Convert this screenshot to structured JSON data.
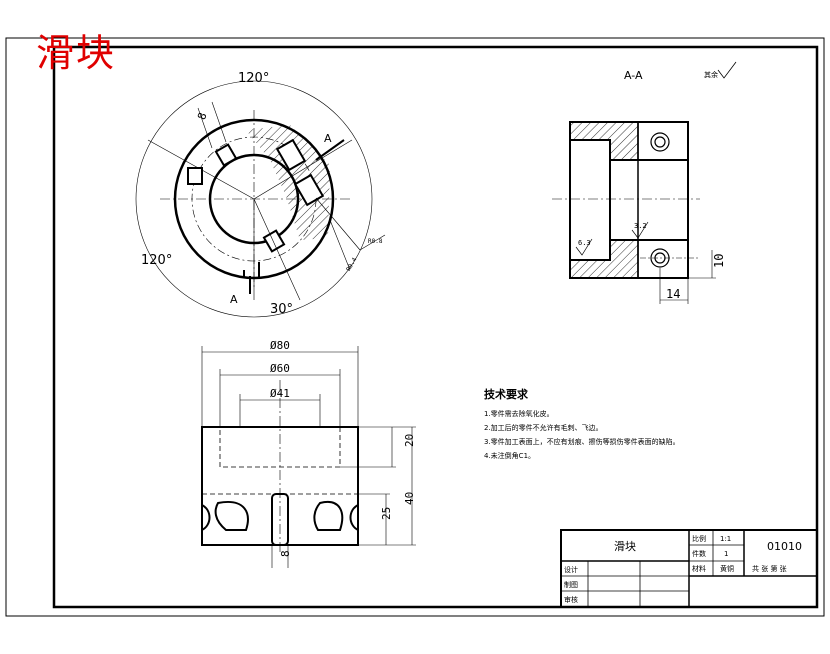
{
  "stamp_title": "滑块",
  "views": {
    "section_label": "A-A",
    "roughness_note": "其余",
    "top_view": {
      "angle_top": "120°",
      "angle_left": "120°",
      "angle_bottom": "30°",
      "width_8": "8",
      "cut_label_a1": "A",
      "cut_label_a2": "A",
      "rough_1": "R0.8",
      "rough_2": "R0.4"
    },
    "section_view": {
      "dim_14": "14",
      "dim_10": "10",
      "rough_1": "3.2",
      "rough_2": "6.3"
    },
    "front_view": {
      "dia_80": "Ø80",
      "dia_60": "Ø60",
      "dia_41": "Ø41",
      "dim_20": "20",
      "dim_40": "40",
      "dim_25": "25",
      "dim_8": "8"
    }
  },
  "notes": {
    "heading": "技术要求",
    "items": [
      "1.零件需去除氧化皮。",
      "2.加工后的零件不允许有毛刺、飞边。",
      "3.零件加工表面上，不应有划痕、擦伤等损伤零件表面的缺陷。",
      "4.未注倒角C1。"
    ]
  },
  "title_block": {
    "part_name": "滑块",
    "scale_label": "比例",
    "scale_value": "1:1",
    "qty_label": "件数",
    "qty_value": "1",
    "material_label": "材料",
    "material_value": "黄铜",
    "drawing_no": "01010",
    "sheet_info": "共 张 第 张",
    "design_label": "设计",
    "draw_label": "制图",
    "check_label": "审核"
  }
}
